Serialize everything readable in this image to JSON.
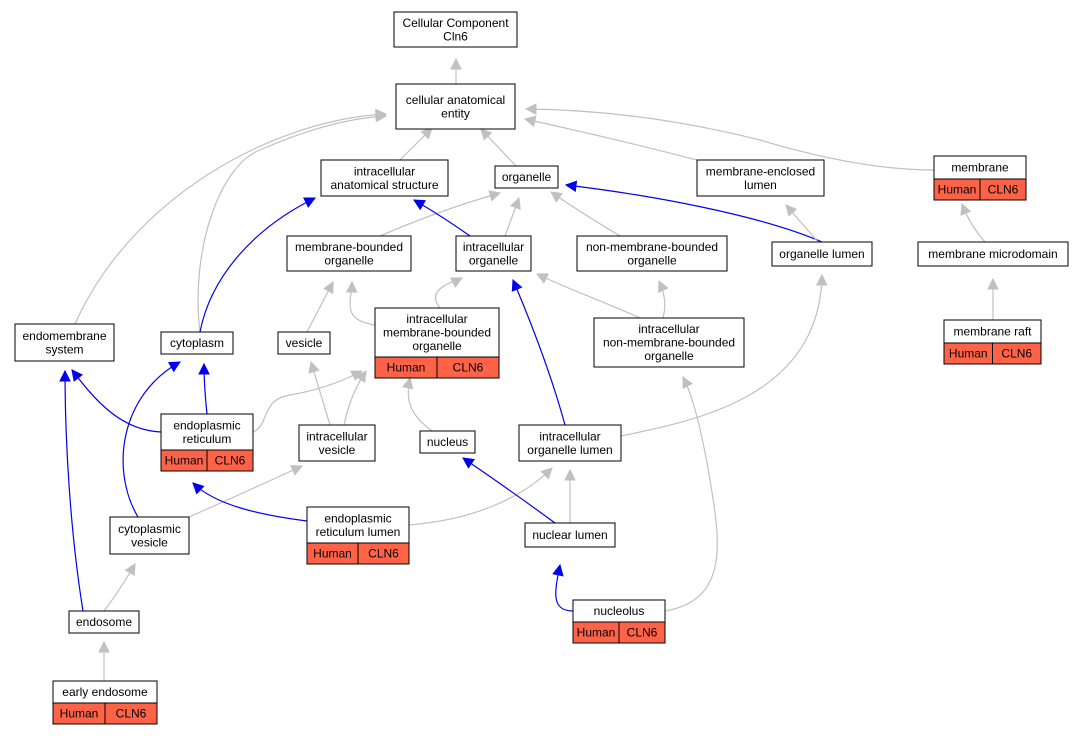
{
  "nodes": [
    {
      "id": "cc",
      "lines": [
        "Cellular Component",
        "Cln6"
      ]
    },
    {
      "id": "cae",
      "lines": [
        "cellular anatomical",
        "entity"
      ]
    },
    {
      "id": "ias",
      "lines": [
        "intracellular",
        "anatomical structure"
      ]
    },
    {
      "id": "org",
      "lines": [
        "organelle"
      ]
    },
    {
      "id": "mel",
      "lines": [
        "membrane-enclosed",
        "lumen"
      ]
    },
    {
      "id": "mem",
      "lines": [
        "membrane"
      ],
      "annotation": [
        "Human",
        "CLN6"
      ]
    },
    {
      "id": "mbo",
      "lines": [
        "membrane-bounded",
        "organelle"
      ]
    },
    {
      "id": "io",
      "lines": [
        "intracellular",
        "organelle"
      ]
    },
    {
      "id": "nmbo",
      "lines": [
        "non-membrane-bounded",
        "organelle"
      ]
    },
    {
      "id": "ol",
      "lines": [
        "organelle lumen"
      ]
    },
    {
      "id": "mmd",
      "lines": [
        "membrane microdomain"
      ]
    },
    {
      "id": "ems",
      "lines": [
        "endomembrane",
        "system"
      ]
    },
    {
      "id": "cyt",
      "lines": [
        "cytoplasm"
      ]
    },
    {
      "id": "ves",
      "lines": [
        "vesicle"
      ]
    },
    {
      "id": "imbo",
      "lines": [
        "intracellular",
        "membrane-bounded",
        "organelle"
      ],
      "annotation": [
        "Human",
        "CLN6"
      ]
    },
    {
      "id": "inmbo",
      "lines": [
        "intracellular",
        "non-membrane-bounded",
        "organelle"
      ]
    },
    {
      "id": "mr",
      "lines": [
        "membrane raft"
      ],
      "annotation": [
        "Human",
        "CLN6"
      ]
    },
    {
      "id": "er",
      "lines": [
        "endoplasmic",
        "reticulum"
      ],
      "annotation": [
        "Human",
        "CLN6"
      ]
    },
    {
      "id": "iv",
      "lines": [
        "intracellular",
        "vesicle"
      ]
    },
    {
      "id": "nuc",
      "lines": [
        "nucleus"
      ]
    },
    {
      "id": "iol",
      "lines": [
        "intracellular",
        "organelle lumen"
      ]
    },
    {
      "id": "cv",
      "lines": [
        "cytoplasmic",
        "vesicle"
      ]
    },
    {
      "id": "erl",
      "lines": [
        "endoplasmic",
        "reticulum lumen"
      ],
      "annotation": [
        "Human",
        "CLN6"
      ]
    },
    {
      "id": "nl",
      "lines": [
        "nuclear lumen"
      ]
    },
    {
      "id": "endo",
      "lines": [
        "endosome"
      ]
    },
    {
      "id": "nucl",
      "lines": [
        "nucleolus"
      ],
      "annotation": [
        "Human",
        "CLN6"
      ]
    },
    {
      "id": "ee",
      "lines": [
        "early endosome"
      ],
      "annotation": [
        "Human",
        "CLN6"
      ]
    }
  ],
  "edges": [
    {
      "from": "cae",
      "to": "cc",
      "kind": "is_a"
    },
    {
      "from": "ias",
      "to": "cae",
      "kind": "is_a"
    },
    {
      "from": "org",
      "to": "cae",
      "kind": "is_a"
    },
    {
      "from": "mel",
      "to": "cae",
      "kind": "is_a"
    },
    {
      "from": "mem",
      "to": "cae",
      "kind": "is_a"
    },
    {
      "from": "ems",
      "to": "cae",
      "kind": "is_a"
    },
    {
      "from": "cyt",
      "to": "cae",
      "kind": "is_a"
    },
    {
      "from": "mbo",
      "to": "org",
      "kind": "is_a"
    },
    {
      "from": "io",
      "to": "org",
      "kind": "is_a"
    },
    {
      "from": "nmbo",
      "to": "org",
      "kind": "is_a"
    },
    {
      "from": "ol",
      "to": "org",
      "kind": "part_of"
    },
    {
      "from": "ol",
      "to": "mel",
      "kind": "is_a"
    },
    {
      "from": "io",
      "to": "ias",
      "kind": "part_of"
    },
    {
      "from": "cyt",
      "to": "ias",
      "kind": "part_of"
    },
    {
      "from": "mmd",
      "to": "mem",
      "kind": "is_a"
    },
    {
      "from": "mr",
      "to": "mmd",
      "kind": "is_a"
    },
    {
      "from": "ves",
      "to": "mbo",
      "kind": "is_a"
    },
    {
      "from": "imbo",
      "to": "mbo",
      "kind": "is_a"
    },
    {
      "from": "imbo",
      "to": "io",
      "kind": "is_a"
    },
    {
      "from": "inmbo",
      "to": "io",
      "kind": "is_a"
    },
    {
      "from": "inmbo",
      "to": "nmbo",
      "kind": "is_a"
    },
    {
      "from": "iol",
      "to": "io",
      "kind": "part_of"
    },
    {
      "from": "iol",
      "to": "ol",
      "kind": "is_a"
    },
    {
      "from": "er",
      "to": "ems",
      "kind": "part_of"
    },
    {
      "from": "er",
      "to": "cyt",
      "kind": "part_of"
    },
    {
      "from": "er",
      "to": "imbo",
      "kind": "is_a"
    },
    {
      "from": "iv",
      "to": "ves",
      "kind": "is_a"
    },
    {
      "from": "iv",
      "to": "imbo",
      "kind": "is_a"
    },
    {
      "from": "nuc",
      "to": "imbo",
      "kind": "is_a"
    },
    {
      "from": "cv",
      "to": "cyt",
      "kind": "part_of"
    },
    {
      "from": "cv",
      "to": "iv",
      "kind": "is_a"
    },
    {
      "from": "erl",
      "to": "er",
      "kind": "part_of"
    },
    {
      "from": "erl",
      "to": "iol",
      "kind": "is_a"
    },
    {
      "from": "nl",
      "to": "nuc",
      "kind": "part_of"
    },
    {
      "from": "nl",
      "to": "iol",
      "kind": "is_a"
    },
    {
      "from": "endo",
      "to": "ems",
      "kind": "part_of"
    },
    {
      "from": "endo",
      "to": "cv",
      "kind": "is_a"
    },
    {
      "from": "nucl",
      "to": "nl",
      "kind": "part_of"
    },
    {
      "from": "nucl",
      "to": "inmbo",
      "kind": "is_a"
    },
    {
      "from": "ee",
      "to": "endo",
      "kind": "is_a"
    }
  ],
  "colors": {
    "is_a_edge": "#c0c0c0",
    "part_of_edge": "#0000ee",
    "annotation_fill": "#ff6347",
    "node_fill": "#ffffff",
    "node_stroke": "#000000"
  }
}
